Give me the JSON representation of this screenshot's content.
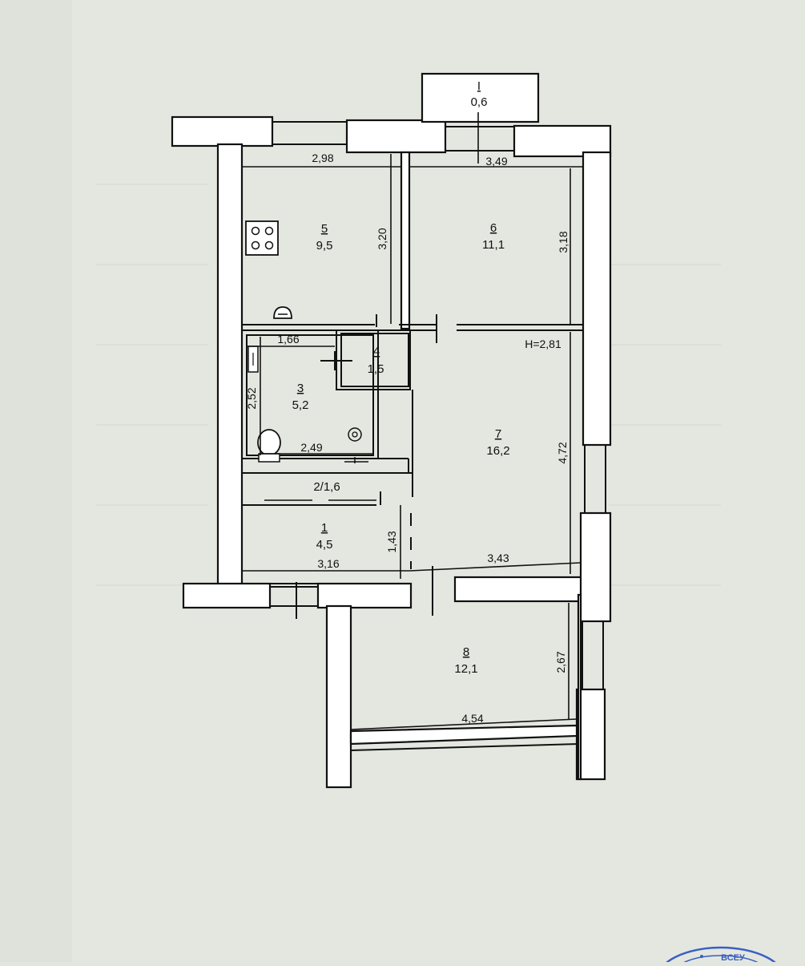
{
  "plan": {
    "height_note": "H=2,81",
    "rooms": [
      {
        "id": "balcony",
        "number": "I",
        "area": "0,6"
      },
      {
        "id": "room-1",
        "number": "1",
        "area": "4,5"
      },
      {
        "id": "room-2",
        "number": "2/1,6",
        "area": ""
      },
      {
        "id": "room-3",
        "number": "3",
        "area": "5,2"
      },
      {
        "id": "room-4",
        "number": "4",
        "area": "1,5"
      },
      {
        "id": "room-5",
        "number": "5",
        "area": "9,5"
      },
      {
        "id": "room-6",
        "number": "6",
        "area": "11,1"
      },
      {
        "id": "room-7",
        "number": "7",
        "area": "16,2"
      },
      {
        "id": "room-8",
        "number": "8",
        "area": "12,1"
      }
    ],
    "dimensions": [
      "2,98",
      "3,49",
      "3,20",
      "3,18",
      "1,66",
      "2,52",
      "2,49",
      "4,72",
      "1,43",
      "3,16",
      "3,43",
      "2,67",
      "4,54"
    ]
  },
  "stamp": {
    "text": "ВСЕУ"
  }
}
